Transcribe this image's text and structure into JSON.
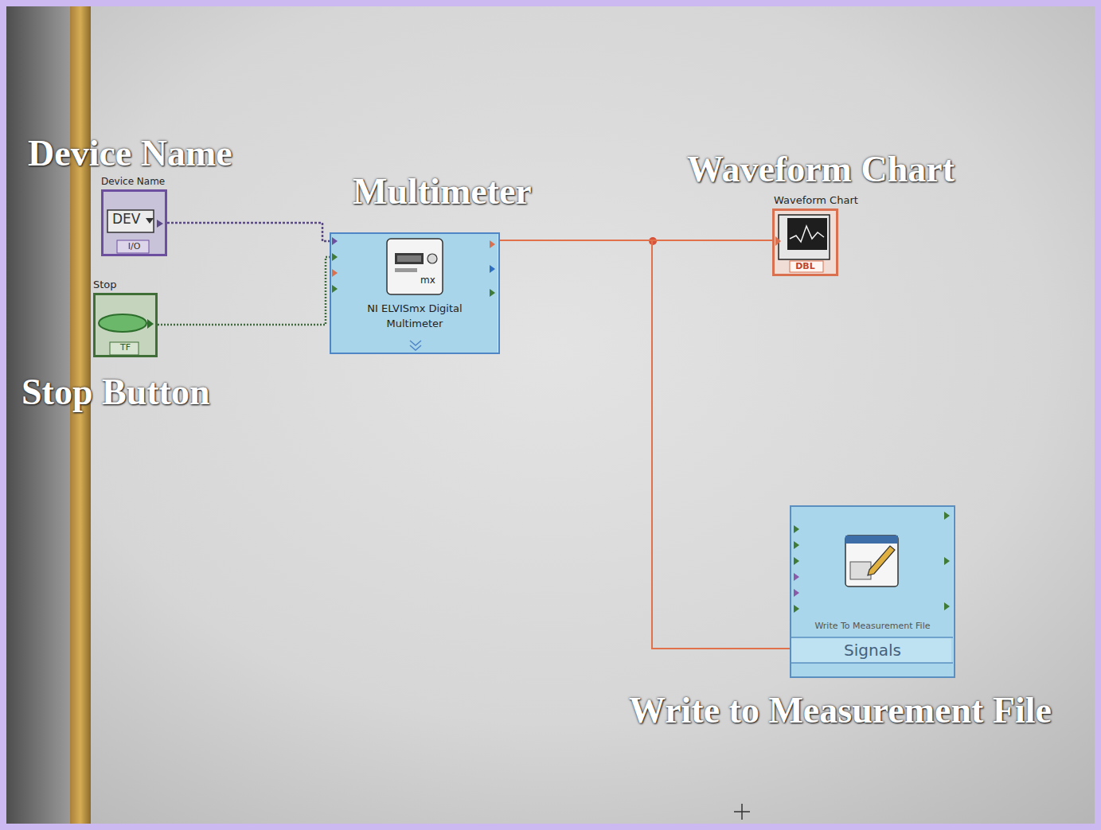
{
  "diagram": {
    "nodes": [
      {
        "text": [
          "Device Name",
          "DEV",
          "I/O"
        ]
      },
      {
        "text": [
          "Stop",
          "TF"
        ]
      },
      {
        "text": [
          "mx",
          "NI ELVISmx Digital Multimeter"
        ]
      },
      {
        "text": [
          "Waveform Chart",
          "DBL"
        ]
      },
      {
        "text": [
          "Write To Measurement File",
          "Signals"
        ]
      }
    ],
    "edges": [
      {
        "from": 0,
        "to": 2,
        "arrow": "none"
      },
      {
        "from": 1,
        "to": 2,
        "arrow": "none"
      },
      {
        "from": 2,
        "to": 3,
        "arrow": "none"
      },
      {
        "from": 2,
        "to": 4,
        "arrow": "none"
      }
    ],
    "labels": [
      "Device Name",
      "Multimeter",
      "Waveform Chart",
      "Stop Button",
      "Write to Measurement File"
    ]
  }
}
